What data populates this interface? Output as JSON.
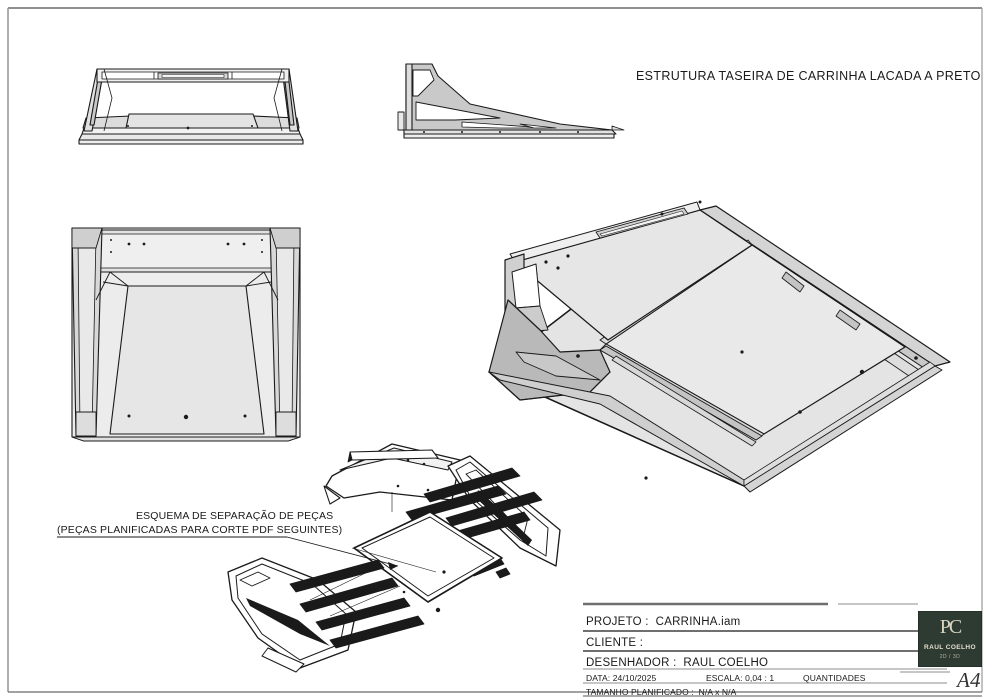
{
  "sheet": {
    "size_label": "A4",
    "background": "#ffffff",
    "border_color": "#6b6b6b"
  },
  "main_title": "ESTRUTURA TASEIRA DE CARRINHA LACADA A PRETO",
  "annotations": {
    "exploded_line1": "ESQUEMA DE SEPARAÇÃO DE PEÇAS",
    "exploded_line2": "(PEÇAS PLANIFICADAS PARA CORTE PDF SEGUINTES)"
  },
  "title_block": {
    "projeto_label": "PROJETO :",
    "projeto_value": "CARRINHA.iam",
    "cliente_label": "CLIENTE :",
    "cliente_value": "",
    "desenhador_label": "DESENHADOR :",
    "desenhador_value": "RAUL COELHO",
    "data_label": "DATA:",
    "data_value": "24/10/2025",
    "escala_label": "ESCALA:",
    "escala_value": "0,04 : 1",
    "quantidades_label": "QUANTIDADES",
    "tamanho_label": "TAMANHO PLANIFICADO :",
    "tamanho_value": "N/A x N/A",
    "projeto_row": "PROJETO :  CARRINHA.iam",
    "cliente_row": "CLIENTE :",
    "desenhador_row": "DESENHADOR :  RAUL COELHO",
    "data_row": "DATA: 24/10/2025",
    "escala_row": "ESCALA: 0,04 : 1",
    "quantidades_row": "QUANTIDADES",
    "tamanho_row": "TAMANHO PLANIFICADO :  N/A x N/A"
  },
  "logo": {
    "monogram": "PC",
    "name": "RAUL COELHO",
    "subtitle": "2D / 3D",
    "background": "#2e3b33",
    "text_color": "#e4dfcc"
  },
  "views": [
    {
      "name": "front-elevation",
      "description": "Front elevation of rear truck-bed structure with cab guard header bar"
    },
    {
      "name": "side-elevation",
      "description": "Side elevation showing tapered wedge profile with window cut-out"
    },
    {
      "name": "plan-view",
      "description": "Top plan view of bed floor, side rails and headboard"
    },
    {
      "name": "isometric-view",
      "description": "Main isometric assembly of the black lacquered rear structure"
    },
    {
      "name": "exploded-view",
      "description": "Exploded separation scheme of flat-pattern parts for cutting"
    }
  ],
  "palette": {
    "line": "#1a1a1a",
    "fill_light": "#e8e8e8",
    "fill_mid": "#d2d2d2",
    "fill_dark": "#b4b4b4",
    "fill_white": "#f6f6f6"
  }
}
